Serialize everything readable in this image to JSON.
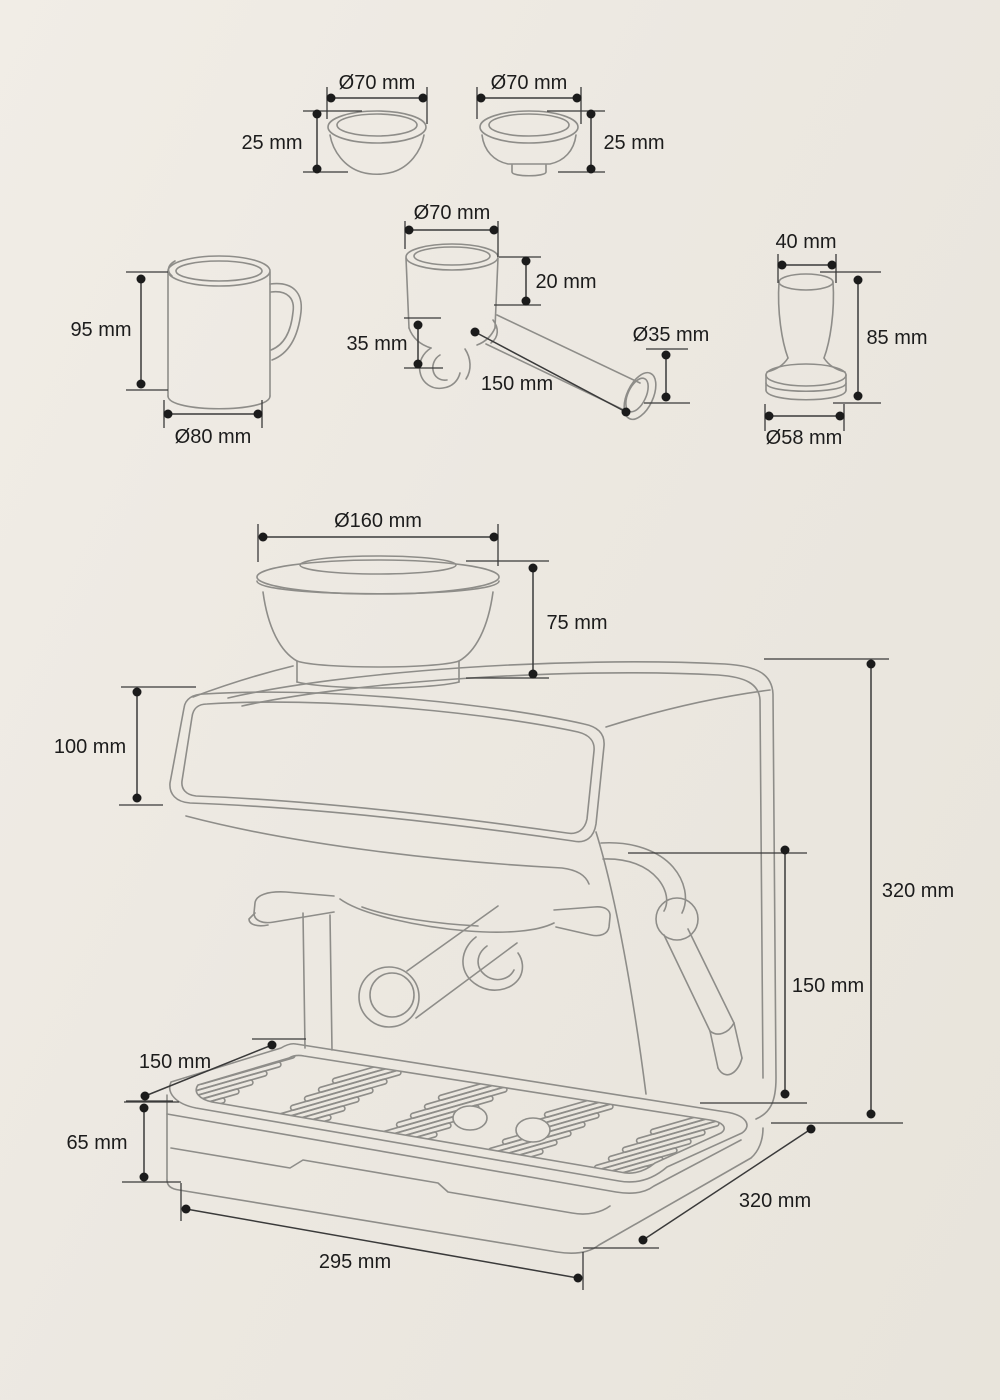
{
  "diagram": {
    "type": "technical-dimension-drawing",
    "subject": "espresso machine with accessories",
    "unit": "mm"
  },
  "colors": {
    "background": "#ece8e1",
    "product_line": "#8e8d89",
    "dimension_line": "#3a3a3a",
    "dimension_dot": "#1b1b1b",
    "label_text": "#1c1c1c"
  },
  "parts": {
    "basket_single": {
      "name": "single-wall filter basket",
      "diameter": "Ø70 mm",
      "height": "25 mm"
    },
    "basket_double": {
      "name": "dual-wall filter basket",
      "diameter": "Ø70 mm",
      "height": "25 mm"
    },
    "milk_jug": {
      "name": "milk jug",
      "height": "95 mm",
      "diameter": "Ø80 mm"
    },
    "portafilter": {
      "name": "portafilter",
      "diameter": "Ø70 mm",
      "cup_depth": "20 mm",
      "spout_height": "35 mm",
      "handle_length": "150 mm",
      "handle_diameter": "Ø35 mm"
    },
    "tamper": {
      "name": "tamper",
      "handle_diameter": "40 mm",
      "height": "85 mm",
      "base_diameter": "Ø58 mm"
    },
    "machine": {
      "name": "espresso machine",
      "hopper_diameter": "Ø160 mm",
      "hopper_height": "75 mm",
      "panel_height": "100 mm",
      "total_height": "320 mm",
      "steam_wand_length": "150 mm",
      "drip_tray_depth": "150 mm",
      "base_height": "65 mm",
      "width": "295 mm",
      "depth": "320 mm"
    }
  }
}
